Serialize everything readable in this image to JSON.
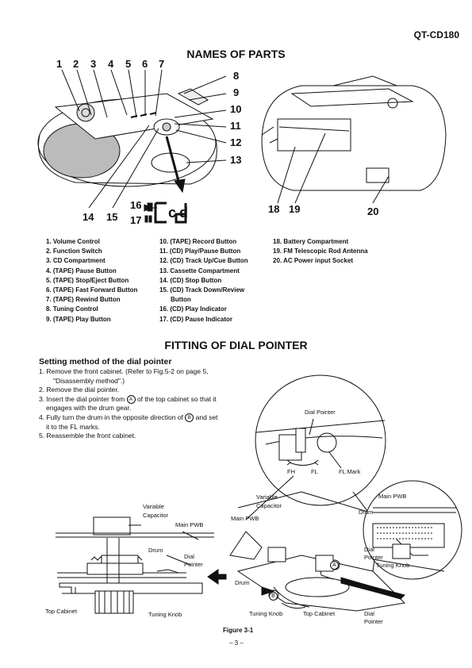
{
  "header": {
    "model": "QT-CD180"
  },
  "names_of_parts": {
    "title": "NAMES OF PARTS",
    "callout_numbers": [
      "1",
      "2",
      "3",
      "4",
      "5",
      "6",
      "7",
      "8",
      "9",
      "10",
      "11",
      "12",
      "13",
      "14",
      "15",
      "16",
      "17",
      "18",
      "19",
      "20"
    ],
    "display_text": "cd",
    "col1": [
      "1. Volume Control",
      "2. Function Switch",
      "3. CD Compartment",
      "4. (TAPE) Pause Button",
      "5. (TAPE) Stop/Eject Button",
      "6. (TAPE) Fast Forward Button",
      "7. (TAPE) Rewind Button",
      "8. Tuning Control",
      "9. (TAPE) Play Button"
    ],
    "col2": [
      "10. (TAPE) Record Button",
      "11. (CD) Play/Pause Button",
      "12. (CD) Track Up/Cue Button",
      "13. Cassette Compartment",
      "14. (CD) Stop Button",
      "15. (CD) Track Down/Review",
      "Button",
      "16. (CD) Play Indicator",
      "17. (CD) Pause Indicator"
    ],
    "col3": [
      "18. Battery Compartment",
      "19. FM Telescopic Rod Antenna",
      "20. AC Power input Socket"
    ]
  },
  "fitting": {
    "title": "FITTING OF DIAL POINTER",
    "subtitle": "Setting method of the dial pointer",
    "steps": [
      "1. Remove the front cabinet. (Refer to Fig.5-2 on page 5,",
      "\"Disassembly method\".)",
      "2. Remove the dial pointer.",
      "3. Insert the dial pointer from",
      "of the top cabinet so that it",
      "engages with the drum gear.",
      "4. Fully turn the drum in the opposite direction of",
      "and set",
      "it to the FL marks.",
      "5. Reassemble the front cabinet."
    ],
    "marker_a": "A",
    "marker_b": "B"
  },
  "figure": {
    "labels": {
      "variable_capacitor_1": "Variable",
      "variable_capacitor_2": "Capacitor",
      "main_pwb": "Main PWB",
      "drum": "Drum",
      "dial_1": "Dial",
      "dial_2": "Pointer",
      "top_cabinet": "Top Cabinet",
      "tuning_knob": "Tuning Knob",
      "fh": "FH",
      "fl": "FL",
      "fl_mark": "FL Mark",
      "dial_pointer": "Dial Pointer"
    },
    "caption": "Figure 3-1"
  },
  "footer": {
    "page": "– 3 –"
  }
}
